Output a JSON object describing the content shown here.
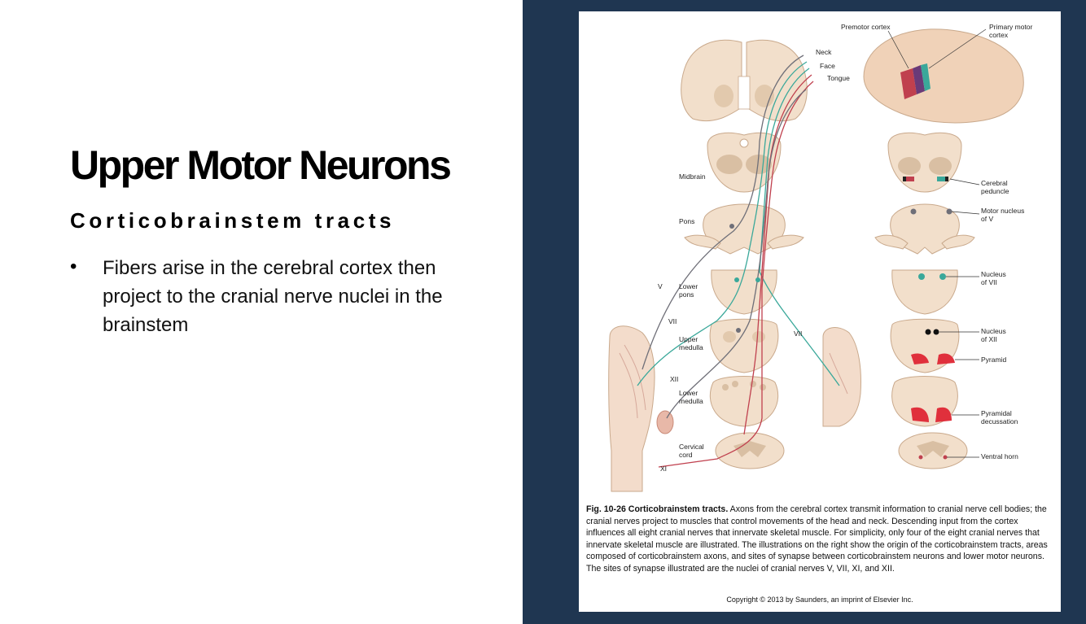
{
  "slide": {
    "title": "Upper Motor Neurons",
    "subtitle": "Corticobrainstem tracts",
    "bullets": [
      "Fibers arise in the cerebral cortex then project to the cranial nerve nuclei in the brainstem"
    ]
  },
  "figure": {
    "labels": {
      "neck": "Neck",
      "face": "Face",
      "tongue": "Tongue",
      "premotor": "Premotor cortex",
      "primary_motor_1": "Primary motor",
      "primary_motor_2": "cortex",
      "midbrain": "Midbrain",
      "pons": "Pons",
      "lower_pons_1": "Lower",
      "lower_pons_2": "pons",
      "upper_medulla_1": "Upper",
      "upper_medulla_2": "medulla",
      "lower_medulla_1": "Lower",
      "lower_medulla_2": "medulla",
      "cervical_1": "Cervical",
      "cervical_2": "cord",
      "cerebral_peduncle_1": "Cerebral",
      "cerebral_peduncle_2": "peduncle",
      "motor_nucleus_1": "Motor nucleus",
      "motor_nucleus_2": "of V",
      "nucleus_vii_1": "Nucleus",
      "nucleus_vii_2": "of VII",
      "nucleus_xii_1": "Nucleus",
      "nucleus_xii_2": "of XII",
      "pyramid": "Pyramid",
      "pyramidal_decussation_1": "Pyramidal",
      "pyramidal_decussation_2": "decussation",
      "ventral_horn": "Ventral horn",
      "nerve_v": "V",
      "nerve_vii_left": "VII",
      "nerve_vii_right": "VII",
      "nerve_xii": "XII",
      "nerve_xi": "XI"
    },
    "caption_bold": "Fig. 10-26 Corticobrainstem tracts.",
    "caption_text": " Axons from the cerebral cortex transmit information to cranial nerve cell bodies; the cranial nerves project to muscles that control movements of the head and neck. Descending input from the cortex influences all eight cranial nerves that innervate skeletal muscle. For simplicity, only four of the eight cranial nerves that innervate skeletal muscle are illustrated. The illustrations on the right show the origin of the corticobrainstem tracts, areas composed of corticobrainstem axons, and sites of synapse between corticobrainstem neurons and lower motor neurons. The sites of synapse illustrated are the nuclei of cranial nerves V, VII, XI, and XII.",
    "copyright": "Copyright © 2013 by Saunders, an imprint of Elsevier Inc."
  },
  "colors": {
    "panel_bg": "#1f3651",
    "tissue": "#f2dfcb",
    "tissue_dark": "#d9bfa3",
    "tract_teal": "#3aa89a",
    "tract_red": "#c0404e",
    "tract_gray": "#6f6f78",
    "pyramid_red": "#e0303c"
  }
}
